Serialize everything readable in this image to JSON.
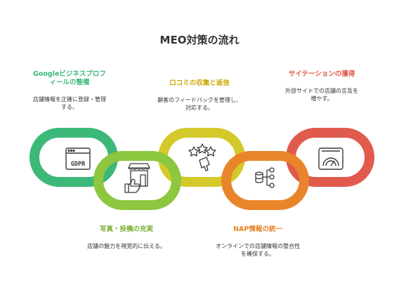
{
  "title": "MEO対策の流れ",
  "colors": {
    "green": "#3cb878",
    "lime": "#8dc63f",
    "yellow": "#d4c92a",
    "orange": "#e8852b",
    "red": "#e05a4e",
    "icon": "#3a3a3a"
  },
  "steps": [
    {
      "title": "Googleビジネスプロフィールの整備",
      "description": "店舗情報を正確に登録・管理する。",
      "icon": "gdpr-window-icon",
      "icon_text": "GDPR"
    },
    {
      "title": "口コミの収集と返信",
      "description": "顧客のフィードバックを管理し、対応する。",
      "icon": "star-rating-icon"
    },
    {
      "title": "サイテーションの獲得",
      "description": "外部サイトでの店舗の言及を増やす。",
      "icon": "gauge-icon"
    },
    {
      "title": "写真・投稿の充実",
      "description": "店舗の魅力を視覚的に伝える。",
      "icon": "storefront-thumbs-up-icon"
    },
    {
      "title": "NAP情報の統一",
      "description": "オンラインでの店舗情報の整合性を確保する。",
      "icon": "database-network-icon"
    }
  ]
}
